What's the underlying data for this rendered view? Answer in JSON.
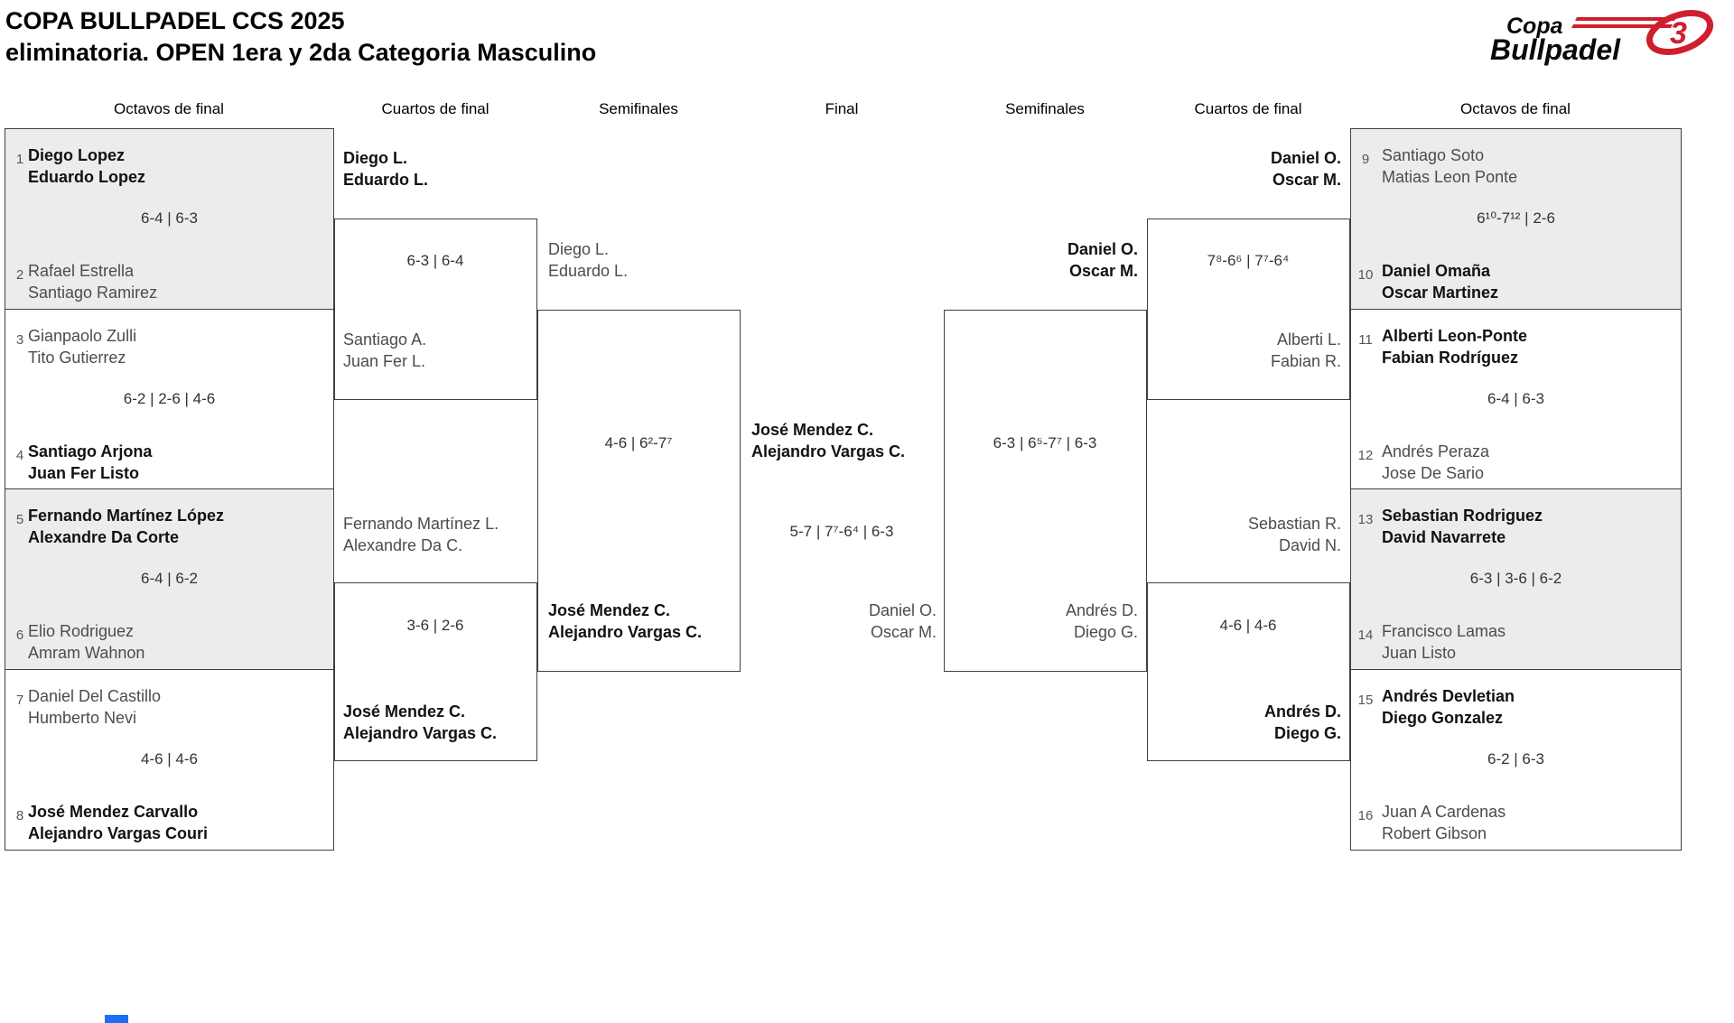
{
  "title": {
    "line1": "COPA BULLPADEL CCS 2025",
    "line2": "eliminatoria. OPEN 1era y 2da Categoria Masculino"
  },
  "logo": {
    "top": "Copa",
    "bottom": "Bullpadel",
    "emblem_glyph": "3"
  },
  "colors": {
    "accent_red": "#d01e2f",
    "shaded_cell": "#ececec",
    "border": "#3f3f3f",
    "winner_text": "#121212",
    "team_text": "#4c4c4c",
    "blue_mark": "#1e6ef5"
  },
  "headers": {
    "octavos_left": "Octavos de final",
    "cuartos_left": "Cuartos de final",
    "semis_left": "Semifinales",
    "final": "Final",
    "semis_right": "Semifinales",
    "cuartos_right": "Cuartos de final",
    "octavos_right": "Octavos de final"
  },
  "octavos_left": [
    {
      "seed_a": "1",
      "team_a1": "Diego Lopez",
      "team_a2": "Eduardo Lopez",
      "score": "6-4 | 6-3",
      "seed_b": "2",
      "team_b1": "Rafael Estrella",
      "team_b2": "Santiago Ramirez"
    },
    {
      "seed_a": "3",
      "team_a1": "Gianpaolo Zulli",
      "team_a2": "Tito Gutierrez",
      "score": "6-2 | 2-6 | 4-6",
      "seed_b": "4",
      "team_b1": "Santiago Arjona",
      "team_b2": "Juan Fer Listo"
    },
    {
      "seed_a": "5",
      "team_a1": "Fernando Martínez López",
      "team_a2": "Alexandre Da Corte",
      "score": "6-4 | 6-2",
      "seed_b": "6",
      "team_b1": "Elio Rodriguez",
      "team_b2": "Amram Wahnon"
    },
    {
      "seed_a": "7",
      "team_a1": "Daniel Del Castillo",
      "team_a2": "Humberto Nevi",
      "score": "4-6 | 4-6",
      "seed_b": "8",
      "team_b1": "José Mendez Carvallo",
      "team_b2": "Alejandro Vargas Couri"
    }
  ],
  "octavos_right": [
    {
      "seed_a": "9",
      "team_a1": "Santiago Soto",
      "team_a2": "Matias Leon Ponte",
      "score": "6¹⁰-7¹² | 2-6",
      "seed_b": "10",
      "team_b1": "Daniel Omaña",
      "team_b2": "Oscar Martinez"
    },
    {
      "seed_a": "11",
      "team_a1": "Alberti Leon-Ponte",
      "team_a2": "Fabian Rodríguez",
      "score": "6-4 | 6-3",
      "seed_b": "12",
      "team_b1": "Andrés Peraza",
      "team_b2": "Jose De Sario"
    },
    {
      "seed_a": "13",
      "team_a1": "Sebastian Rodriguez",
      "team_a2": "David Navarrete",
      "score": "6-3 | 3-6 | 6-2",
      "seed_b": "14",
      "team_b1": "Francisco Lamas",
      "team_b2": "Juan Listo"
    },
    {
      "seed_a": "15",
      "team_a1": "Andrés Devletian",
      "team_a2": "Diego Gonzalez",
      "score": "6-2 | 6-3",
      "seed_b": "16",
      "team_b1": "Juan A Cardenas",
      "team_b2": "Robert Gibson"
    }
  ],
  "cuartos_left": [
    {
      "team_a1": "Diego L.",
      "team_a2": "Eduardo L.",
      "score": "6-3 | 6-4",
      "team_b1": "Santiago A.",
      "team_b2": "Juan Fer L."
    },
    {
      "team_a1": "Fernando Martínez L.",
      "team_a2": "Alexandre Da C.",
      "score": "3-6 | 2-6",
      "team_b1": "José Mendez C.",
      "team_b2": "Alejandro Vargas C."
    }
  ],
  "cuartos_right": [
    {
      "team_a1": "Daniel O.",
      "team_a2": "Oscar M.",
      "score": "7⁸-6⁶ | 7⁷-6⁴",
      "team_b1": "Alberti L.",
      "team_b2": "Fabian R."
    },
    {
      "team_a1": "Sebastian R.",
      "team_a2": "David N.",
      "score": "4-6 | 4-6",
      "team_b1": "Andrés D.",
      "team_b2": "Diego G."
    }
  ],
  "semis_left": {
    "team_a1": "Diego L.",
    "team_a2": "Eduardo L.",
    "score": "4-6 | 6²-7⁷",
    "team_b1": "José Mendez C.",
    "team_b2": "Alejandro Vargas C."
  },
  "semis_right": {
    "team_a1": "Daniel O.",
    "team_a2": "Oscar M.",
    "score": "6-3 | 6⁵-7⁷ | 6-3",
    "team_b1": "Andrés D.",
    "team_b2": "Diego G."
  },
  "final": {
    "winner1": "José Mendez C.",
    "winner2": "Alejandro Vargas C.",
    "score": "5-7 | 7⁷-6⁴ | 6-3",
    "runnerup1": "Daniel O.",
    "runnerup2": "Oscar M."
  }
}
